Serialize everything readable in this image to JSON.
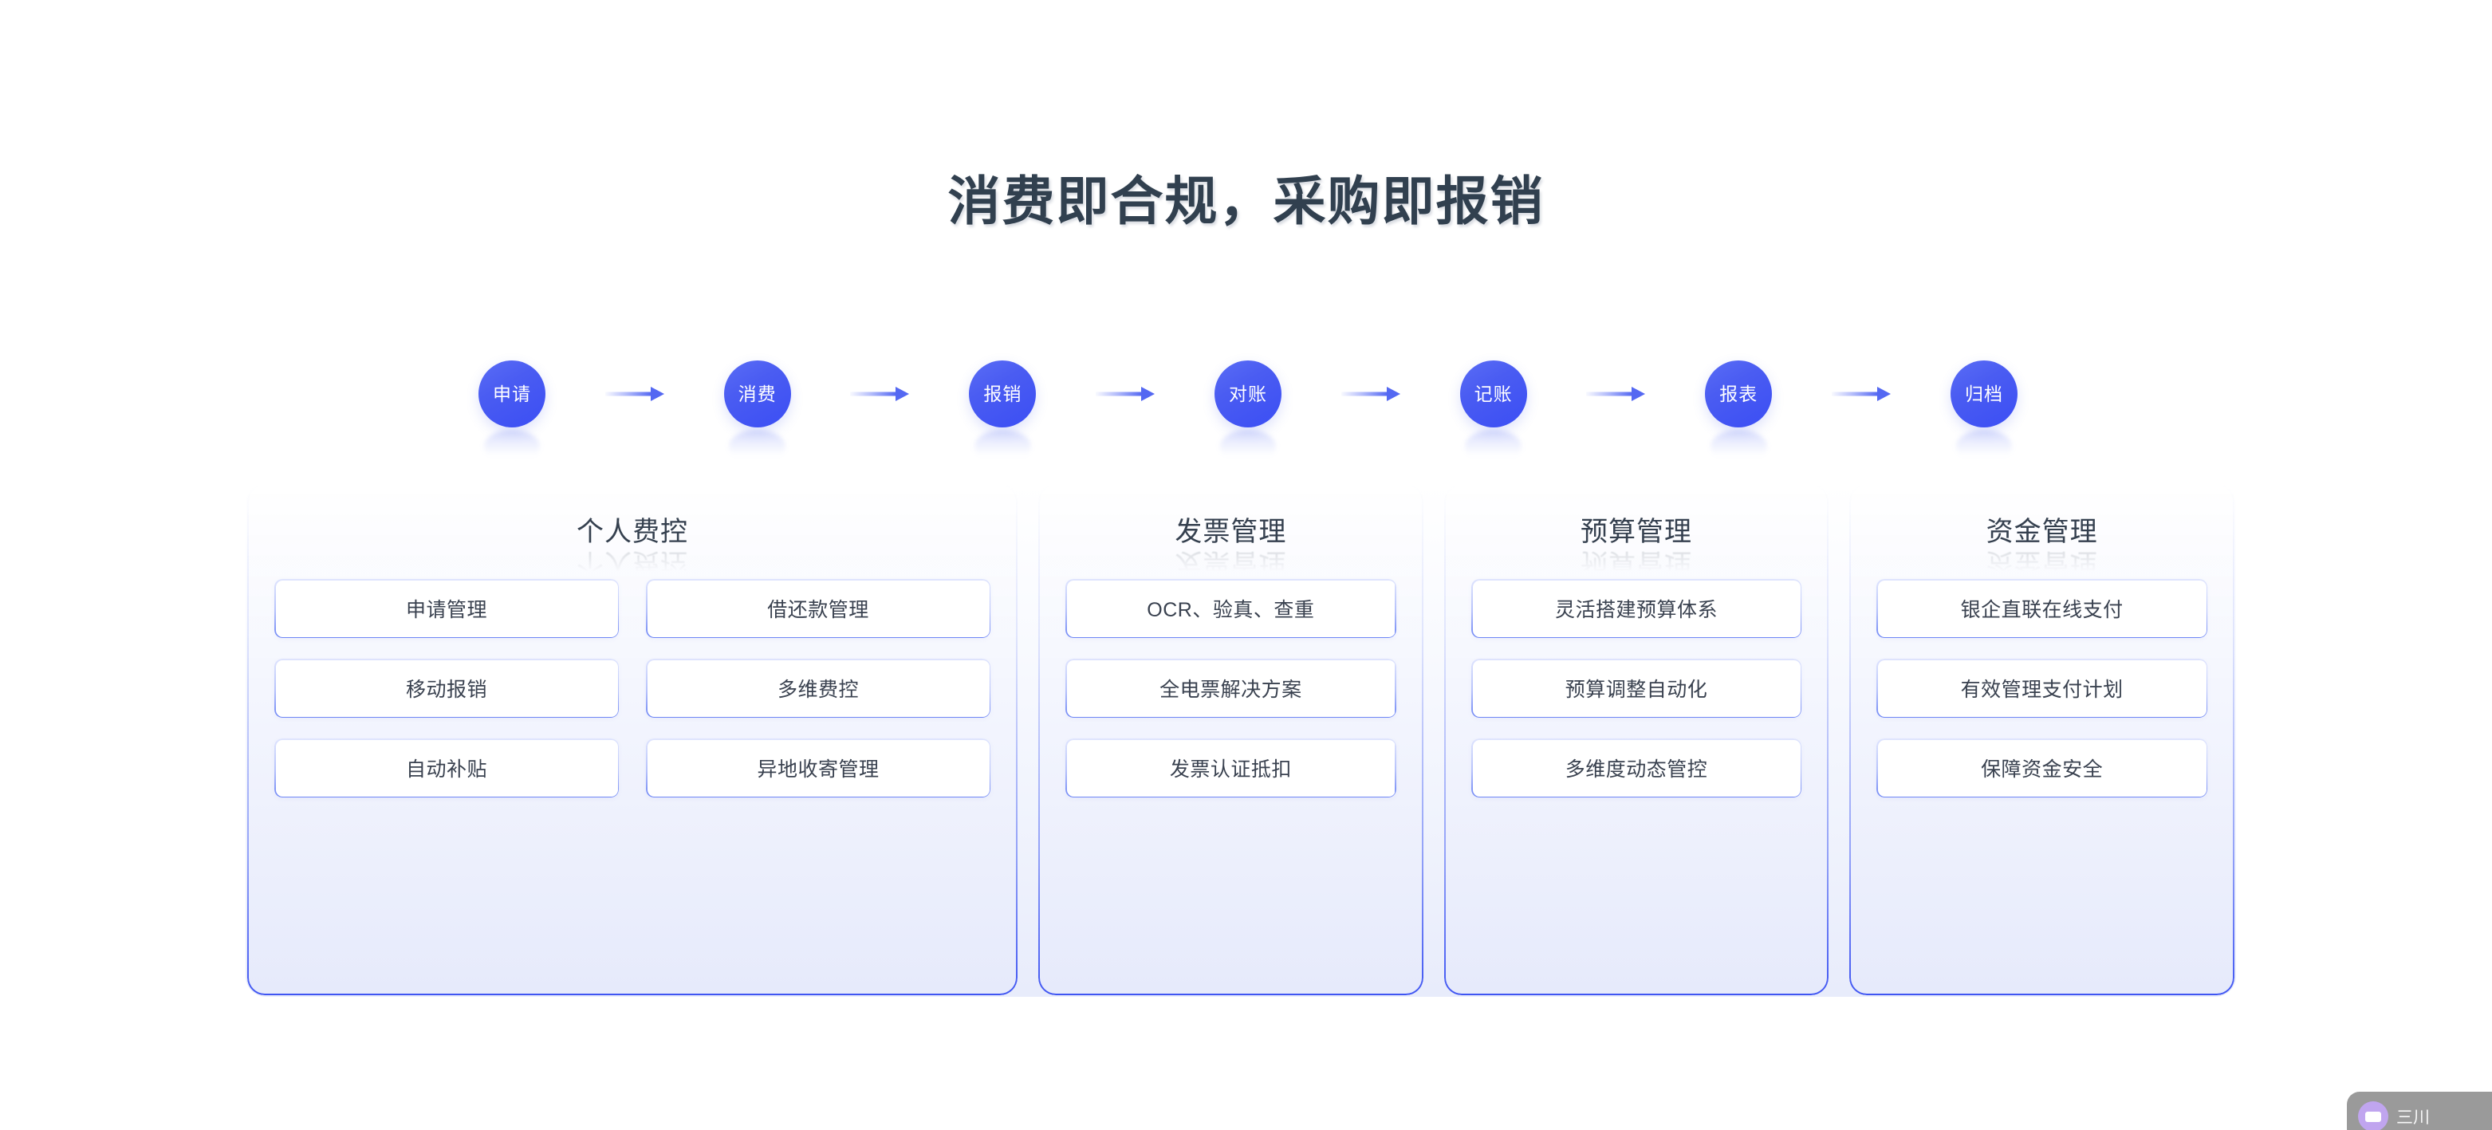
{
  "page": {
    "title": "消费即合规，采购即报销",
    "background_color": "#ffffff",
    "title_color": "#31404f"
  },
  "theme": {
    "accent_blue": "#4a5cf2",
    "accent_blue_light": "#5a6df5",
    "card_border_blue": "#3f55f2",
    "item_text_color": "#39414f",
    "card_bg_top": "#ffffff",
    "card_bg_bottom": "#e6eafb"
  },
  "flow": {
    "nodes": [
      {
        "label": "申请"
      },
      {
        "label": "消费"
      },
      {
        "label": "报销"
      },
      {
        "label": "对账"
      },
      {
        "label": "记账"
      },
      {
        "label": "报表"
      },
      {
        "label": "归档"
      }
    ],
    "arrow_count": 6
  },
  "cards": [
    {
      "title": "个人费控",
      "columns": 2,
      "items": [
        {
          "label": "申请管理"
        },
        {
          "label": "借还款管理"
        },
        {
          "label": "移动报销"
        },
        {
          "label": "多维费控"
        },
        {
          "label": "自动补贴"
        },
        {
          "label": "异地收寄管理"
        }
      ]
    },
    {
      "title": "发票管理",
      "columns": 1,
      "items": [
        {
          "label": "OCR、验真、查重"
        },
        {
          "label": "全电票解决方案"
        },
        {
          "label": "发票认证抵扣"
        }
      ]
    },
    {
      "title": "预算管理",
      "columns": 1,
      "items": [
        {
          "label": "灵活搭建预算体系"
        },
        {
          "label": "预算调整自动化"
        },
        {
          "label": "多维度动态管控"
        }
      ]
    },
    {
      "title": "资金管理",
      "columns": 1,
      "items": [
        {
          "label": "银企直联在线支付"
        },
        {
          "label": "有效管理支付计划"
        },
        {
          "label": "保障资金安全"
        }
      ]
    }
  ],
  "floating_widget": {
    "text": "三川",
    "avatar_icon": "chat-bubble-icon"
  }
}
